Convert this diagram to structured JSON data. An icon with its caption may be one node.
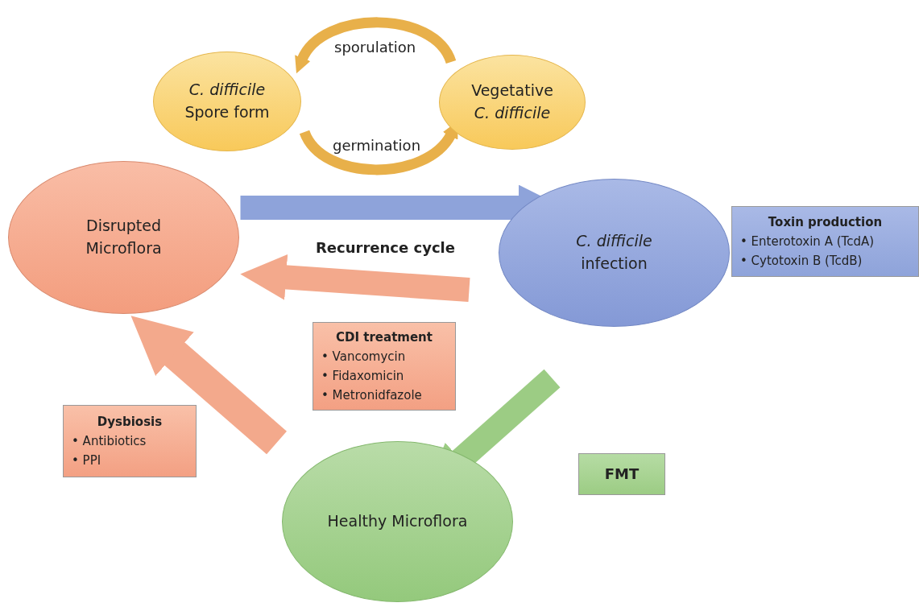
{
  "diagram": {
    "nodes": [
      {
        "text": [
          "*C. difficile* Spore form"
        ]
      },
      {
        "text": [
          "Vegetative *C. difficile*"
        ]
      },
      {
        "text": [
          "Disrupted Microflora"
        ]
      },
      {
        "text": [
          "*C. difficile* infection"
        ]
      },
      {
        "text": [
          "Toxin production",
          "• Enterotoxin A (TcdA)",
          "• Cytotoxin B (TcdB)"
        ]
      },
      {
        "text": [
          "CDI treatment",
          "• Vancomycin",
          "• Fidaxomicin",
          "• Metronidfazole"
        ]
      },
      {
        "text": [
          "Dysbiosis",
          "• Antibiotics",
          "• PPI"
        ]
      },
      {
        "text": [
          "Healthy Microflora"
        ]
      },
      {
        "text": [
          "FMT"
        ]
      }
    ],
    "edges": [
      {
        "from": 1,
        "to": 0,
        "arrow": "to",
        "label": "sporulation",
        "color": "#e8b04a"
      },
      {
        "from": 0,
        "to": 1,
        "arrow": "to",
        "label": "germination",
        "color": "#e8b04a"
      },
      {
        "from": 2,
        "to": 3,
        "arrow": "to",
        "color": "#8ea3da"
      },
      {
        "from": 3,
        "to": 2,
        "arrow": "to",
        "color": "#f3a98c"
      },
      {
        "from": 3,
        "to": 7,
        "arrow": "to",
        "color": "#9ccc84"
      },
      {
        "from": 7,
        "to": 2,
        "arrow": "to",
        "color": "#f3a98c"
      }
    ],
    "labels": [
      "Recurrence cycle"
    ]
  }
}
